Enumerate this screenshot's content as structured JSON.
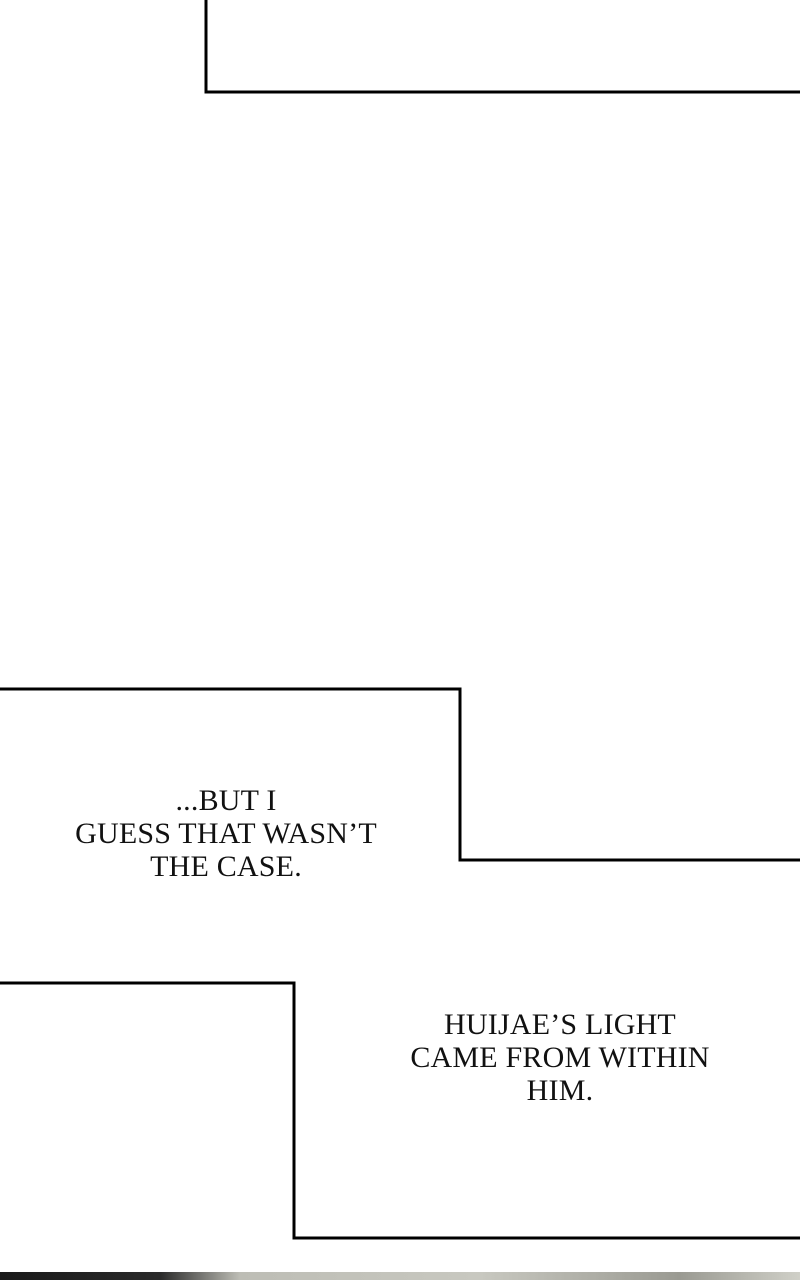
{
  "captions": {
    "first": {
      "line1": "...BUT I",
      "line2": "GUESS THAT WASN’T",
      "line3": "THE CASE."
    },
    "second": {
      "line1": "HUIJAE’S LIGHT",
      "line2": "CAME FROM WITHIN",
      "line3": "HIM."
    }
  },
  "colors": {
    "background": "#ffffff",
    "panel_border": "#000000",
    "text": "#111111"
  }
}
